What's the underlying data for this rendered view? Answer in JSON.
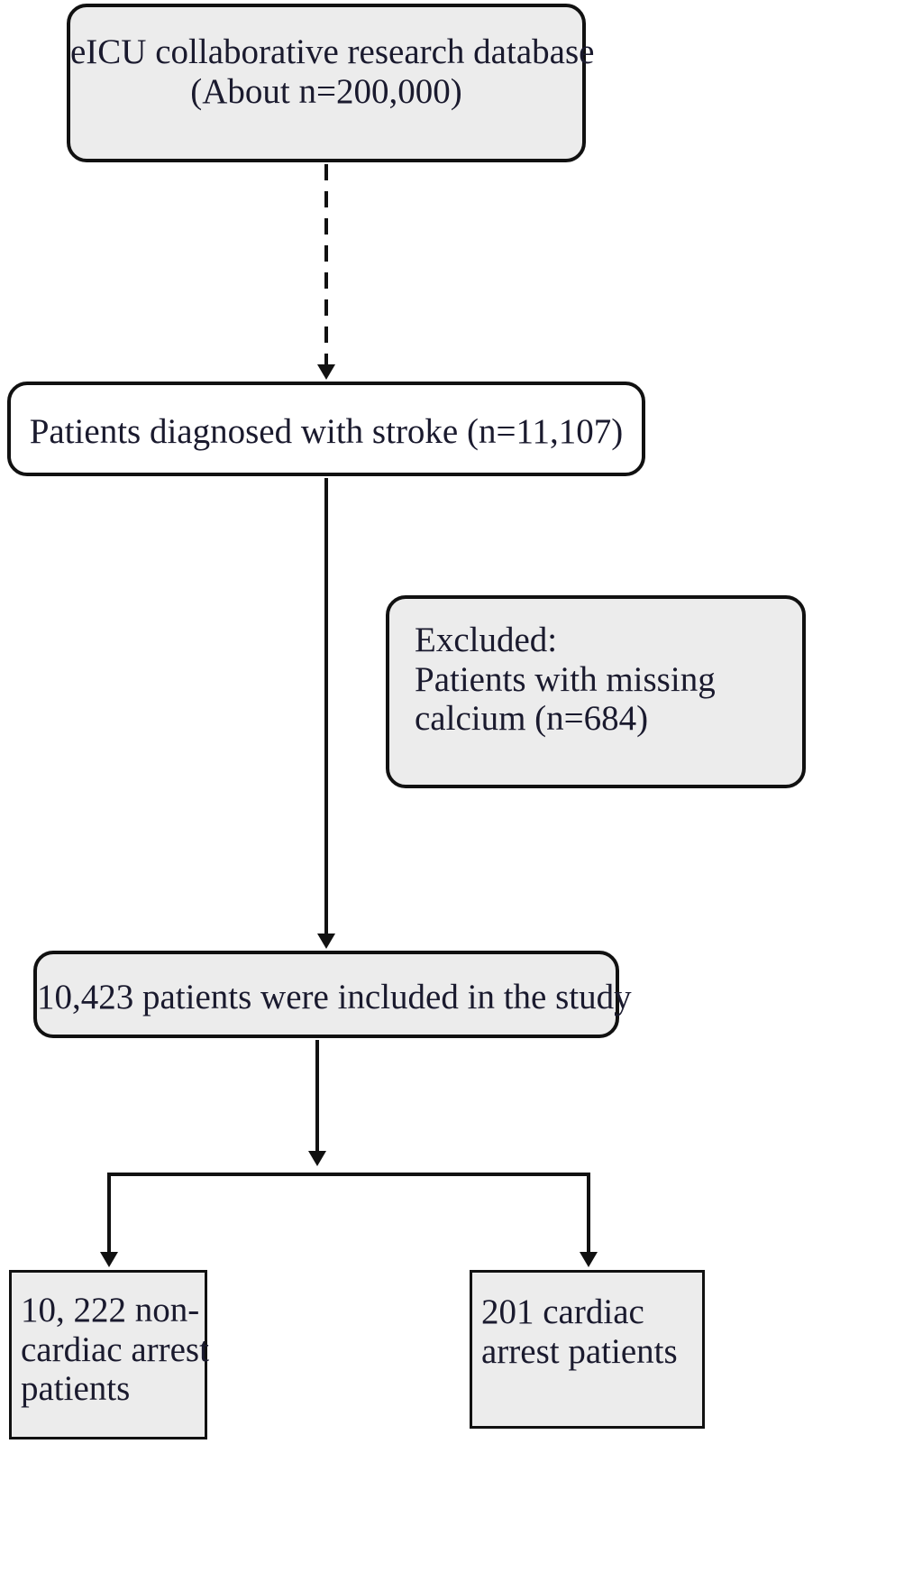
{
  "diagram": {
    "source": {
      "lines": [
        "eICU collaborative research database",
        "(About n=200,000)"
      ]
    },
    "stroke": {
      "lines": [
        "Patients diagnosed with stroke (n=11,107)"
      ]
    },
    "excluded": {
      "lines": [
        "Excluded:",
        "Patients with missing",
        "calcium (n=684)"
      ]
    },
    "included": {
      "lines": [
        "10,423 patients were included in the study"
      ]
    },
    "noncardiac": {
      "lines": [
        "10, 222 non-",
        "cardiac arrest",
        "patients"
      ]
    },
    "cardiac": {
      "lines": [
        "201 cardiac",
        "arrest patients"
      ]
    }
  }
}
